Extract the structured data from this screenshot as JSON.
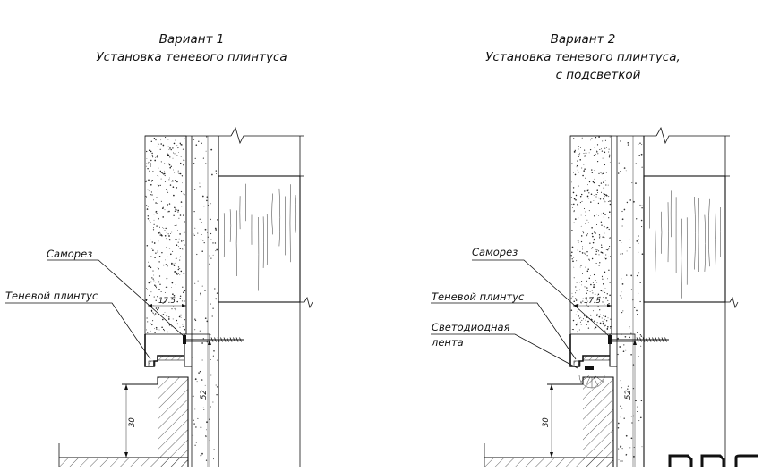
{
  "variants": [
    {
      "title_line1": "Вариант 1",
      "title_line2": "Установка теневого плинтуса",
      "title_line3": "",
      "label_screw": "Саморез",
      "label_skirting": "Теневой плинтус",
      "label_led_line1": "",
      "label_led_line2": "",
      "dim_gap": "17.5",
      "dim_height": "52",
      "dim_step": "30"
    },
    {
      "title_line1": "Вариант 2",
      "title_line2": "Установка теневого плинтуса,",
      "title_line3": "с подсветкой",
      "label_screw": "Саморез",
      "label_skirting": "Теневой плинтус",
      "label_led_line1": "Светодиодная",
      "label_led_line2": "лента",
      "dim_gap": "17.5",
      "dim_height": "52",
      "dim_step": "30"
    }
  ],
  "colors": {
    "line": "#111111",
    "background": "#ffffff"
  }
}
